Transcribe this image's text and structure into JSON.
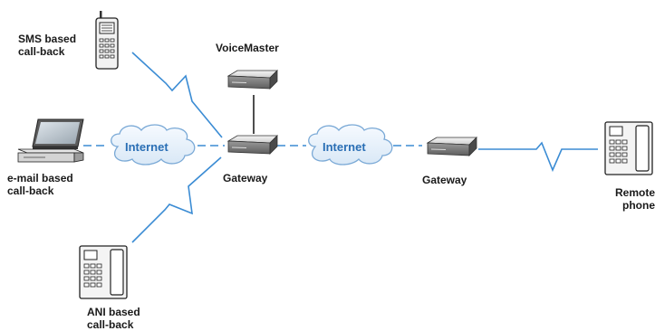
{
  "labels": {
    "sms": "SMS based\ncall-back",
    "voicemaster": "VoiceMaster",
    "email": "e-mail based\ncall-back",
    "gateway_left": "Gateway",
    "gateway_right": "Gateway",
    "ani": "ANI based\ncall-back",
    "remote": "Remote\nphone"
  },
  "clouds": {
    "left": "Internet",
    "right": "Internet"
  },
  "colors": {
    "link": "#3b8cd4",
    "cloud_fill": "#e8f1fa",
    "cloud_stroke": "#7aa9d6",
    "device_light": "#e9e9e9",
    "device_dark": "#7a7a7a",
    "cloud_text": "#2a6fb5"
  },
  "icons": {
    "sms": "mobile-phone-icon",
    "email": "computer-icon",
    "ani": "desk-phone-icon",
    "remote": "desk-phone-icon",
    "gateway": "gateway-server-icon",
    "voicemaster": "server-icon",
    "cloud": "internet-cloud-icon"
  }
}
